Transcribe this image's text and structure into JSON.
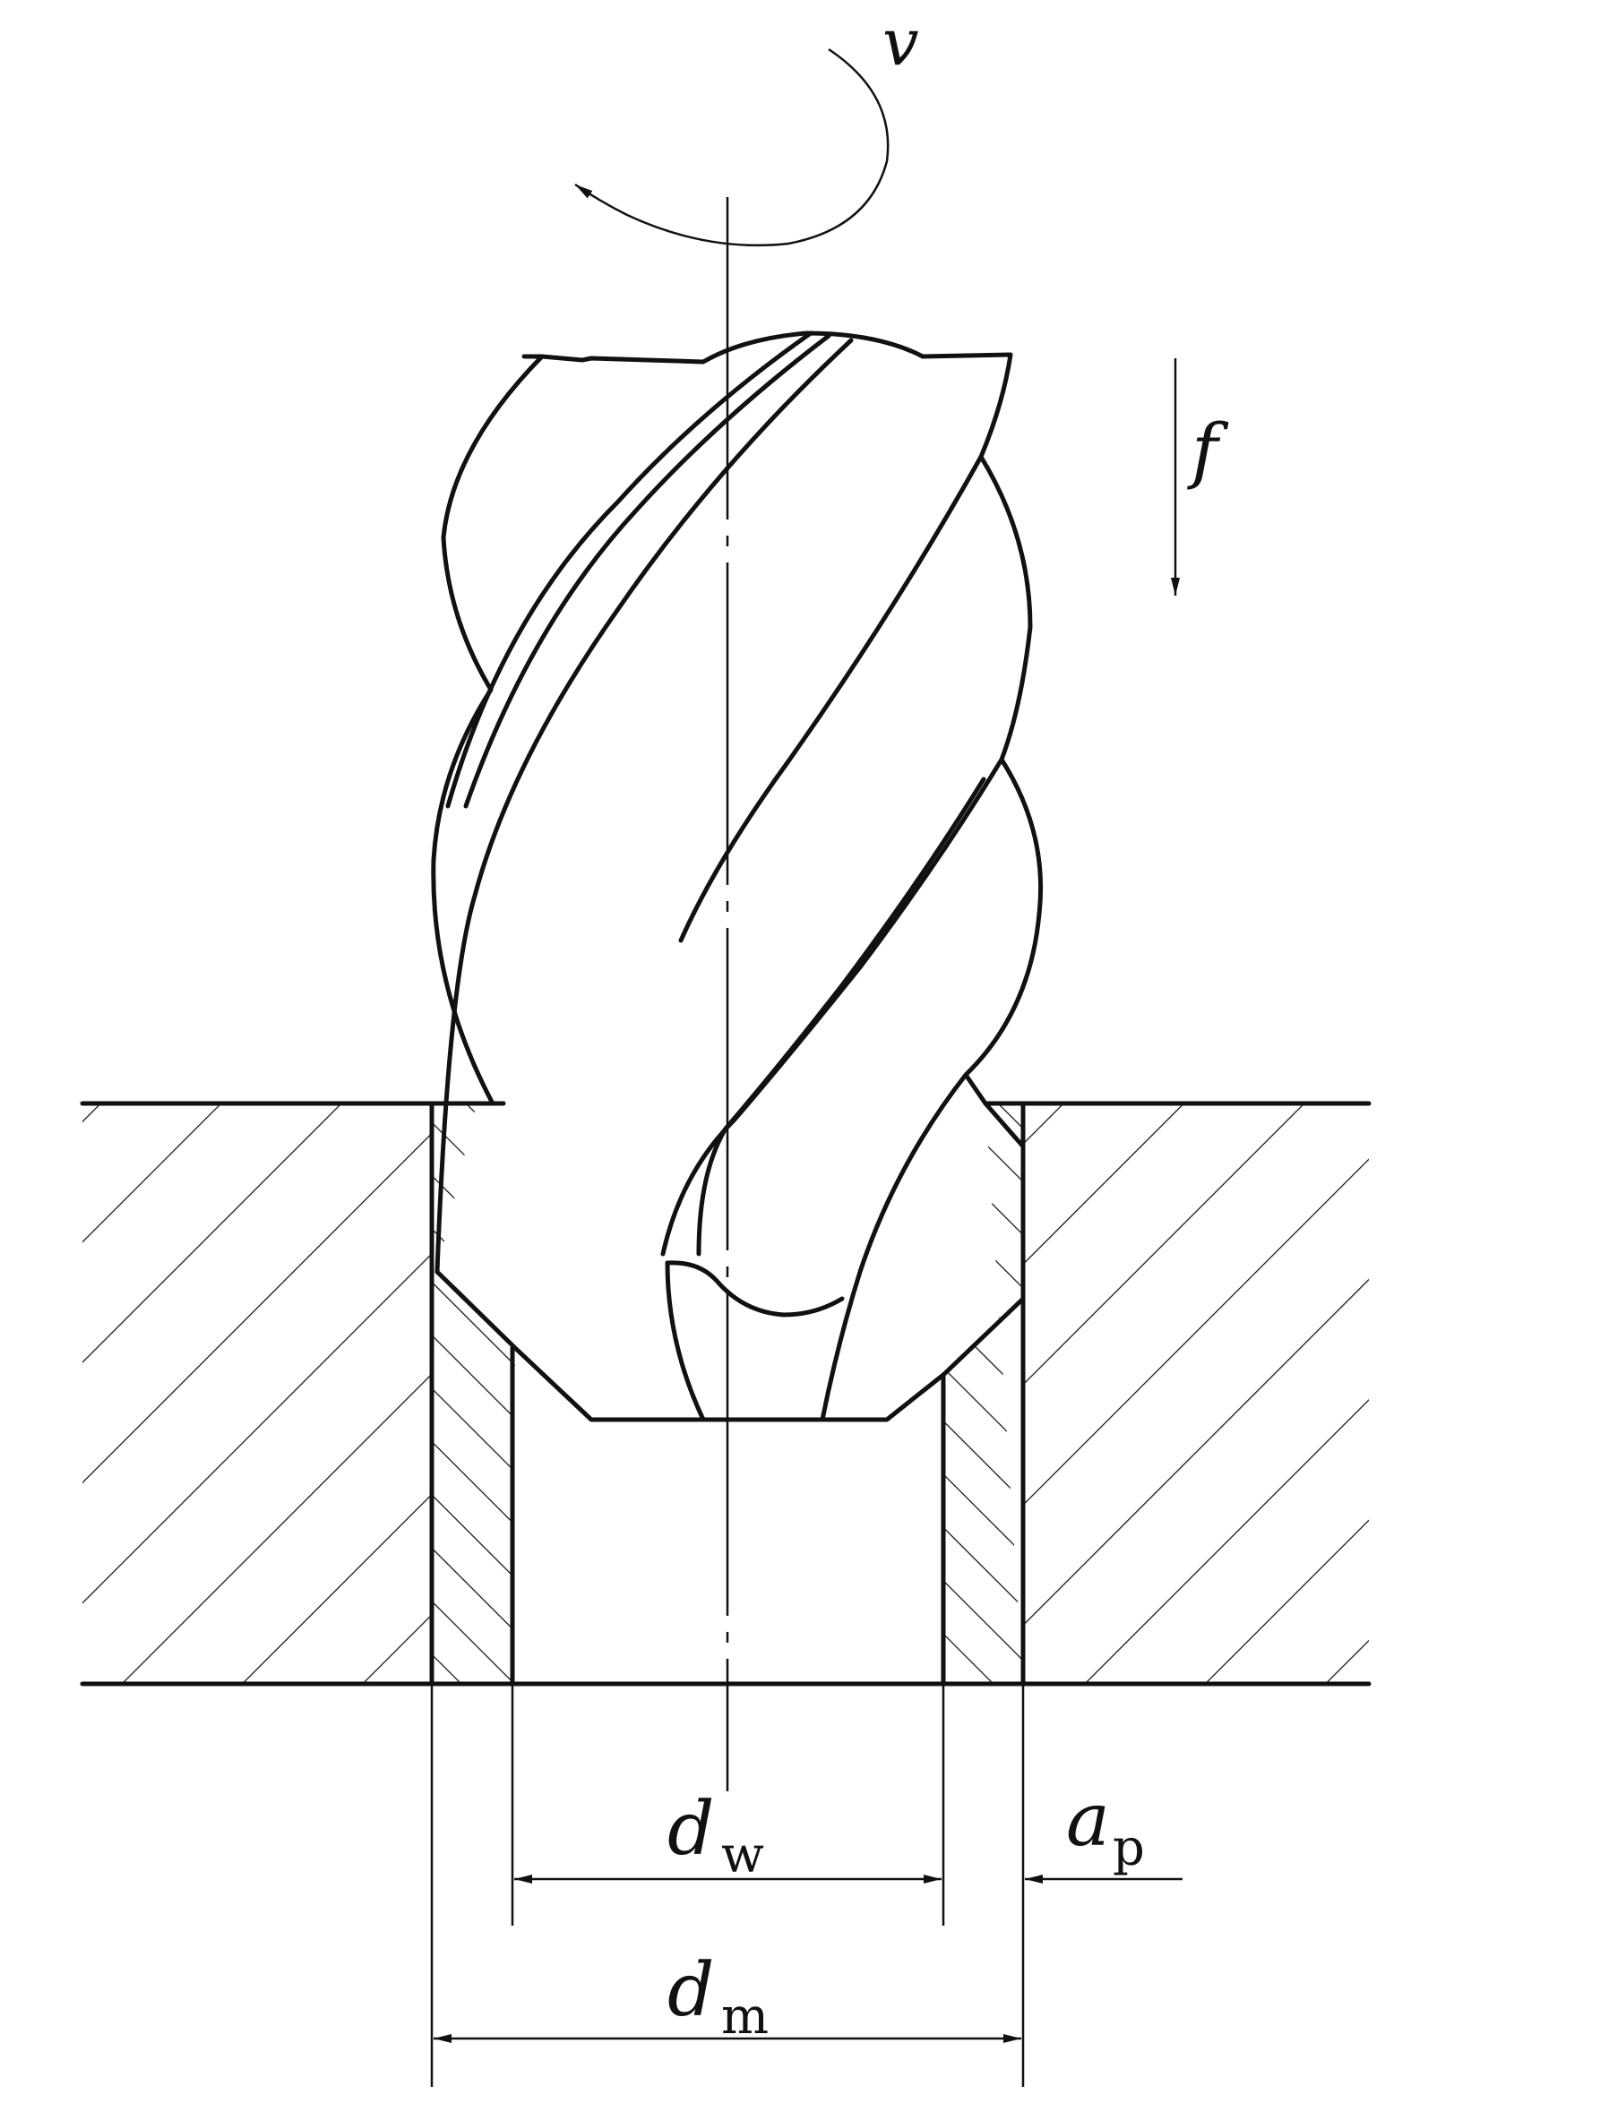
{
  "labels": {
    "rotation": "v",
    "feed": "f",
    "bore_diameter_main": "d",
    "bore_diameter_sub": "w",
    "finished_diameter_main": "d",
    "finished_diameter_sub": "m",
    "depth_of_cut_main": "a",
    "depth_of_cut_sub": "p"
  },
  "colors": {
    "ink": "#111111",
    "background": "#ffffff"
  }
}
